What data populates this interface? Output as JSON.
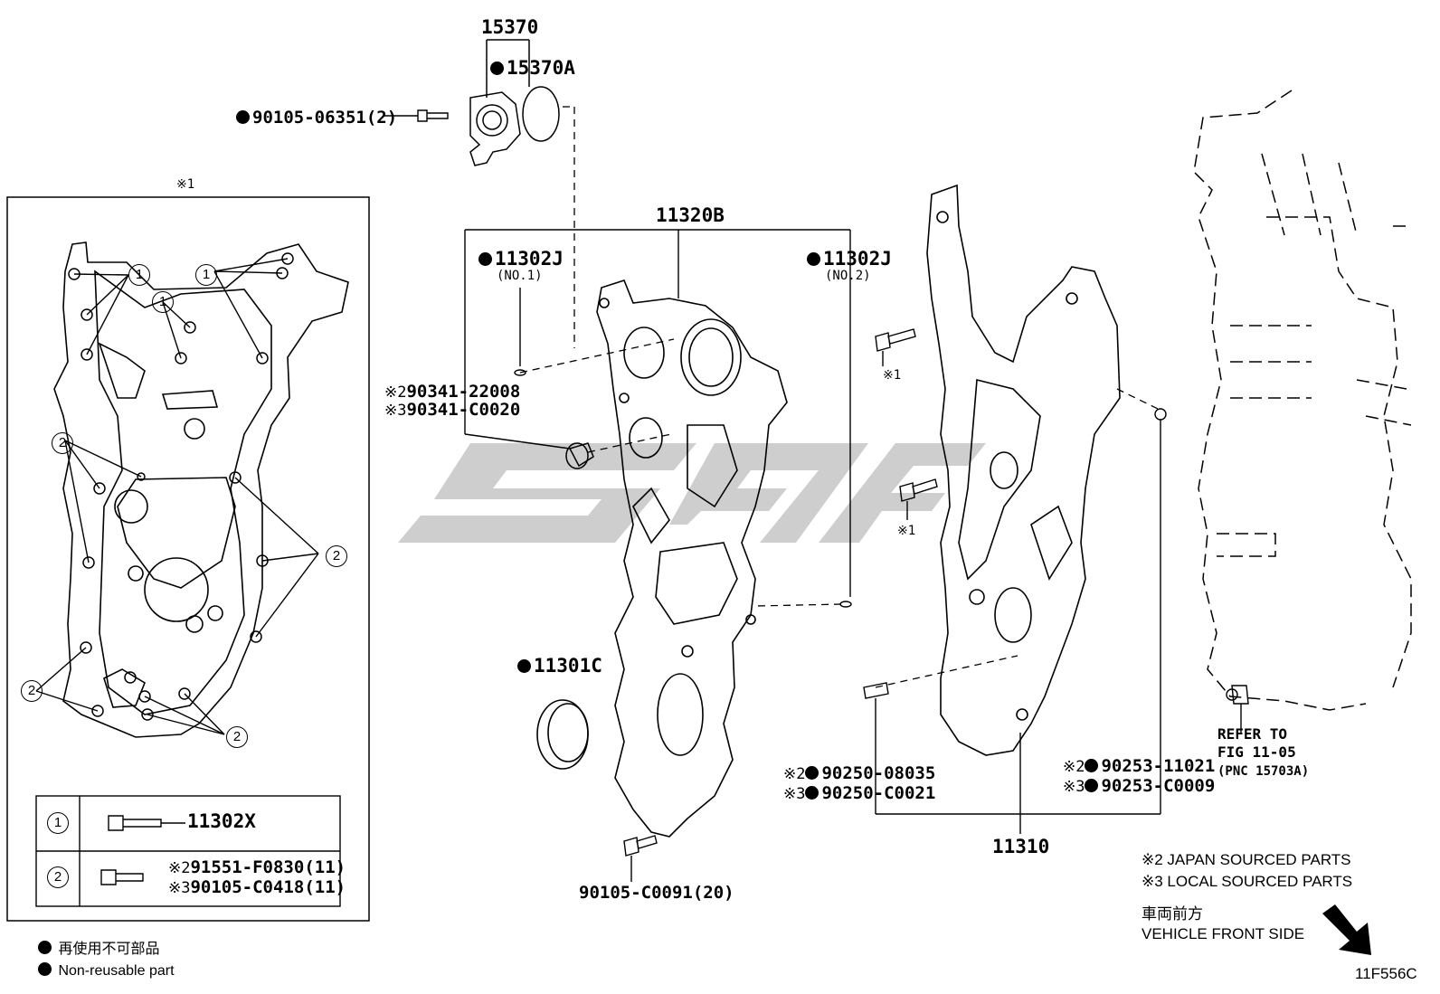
{
  "parts": {
    "p15370": "15370",
    "p15370A": "15370A",
    "p90105_06351": "90105-06351(2)",
    "p11320B": "11320B",
    "p11302J_no1": "11302J",
    "no1": "(NO.1)",
    "p11302J_no2": "11302J",
    "no2": "(NO.2)",
    "p90341_22008": "90341-22008",
    "p90341_C0020": "90341-C0020",
    "p11301C": "11301C",
    "p90105_C0091": "90105-C0091(20)",
    "p90250_08035": "90250-08035",
    "p90250_C0021": "90250-C0021",
    "p90253_11021": "90253-11021",
    "p90253_C0009": "90253-C0009",
    "p11310": "11310",
    "refer1": "REFER TO",
    "refer2": "FIG 11-05",
    "refer3": "(PNC 15703A)"
  },
  "marks": {
    "m1": "※1",
    "m2": "※2",
    "m3": "※3"
  },
  "inset": {
    "title": "※1",
    "callout1": "1",
    "callout2": "2",
    "table": [
      {
        "key": "1",
        "part": "11302X"
      },
      {
        "key": "2",
        "part_jp": "91551-F0830(11)",
        "part_local": "90105-C0418(11)"
      }
    ]
  },
  "legend": {
    "jp_nonreusable": "再使用不可部品",
    "nonreusable": "Non-reusable part",
    "japan_sourced": "※2 JAPAN SOURCED PARTS",
    "local_sourced": "※3 LOCAL SOURCED PARTS",
    "front_jp": "車両前方",
    "front_en": "VEHICLE FRONT SIDE",
    "fig_code": "11F556C"
  }
}
